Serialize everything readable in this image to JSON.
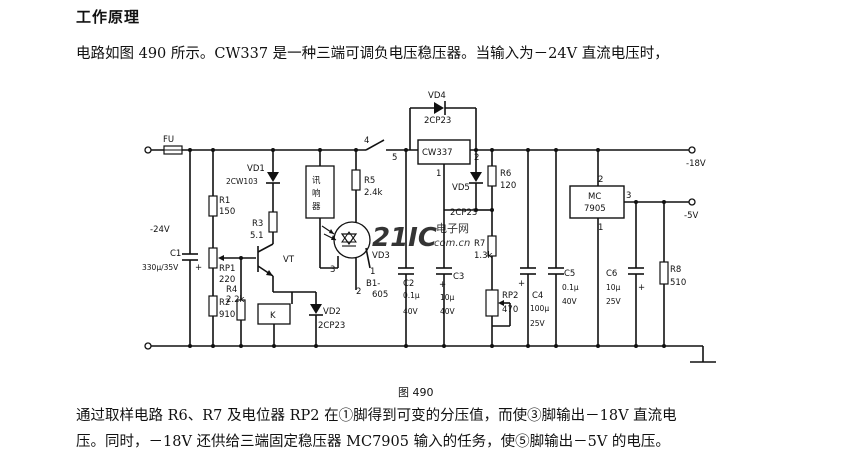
{
  "heading": "工作原理",
  "paragraph_1": "电路如图 490 所示。CW337 是一种三端可调负电压稳压器。当输入为－24V 直流电压时，",
  "paragraph_2": "通过取样电路 R6、R7 及电位器 RP2 在①脚得到可变的分压值，而使③脚输出－18V 直流电",
  "paragraph_3": "压。同时，－18V 还供给三端固定稳压器 MC7905 输入的任务，使⑤脚输出－5V 的电压。",
  "figure_caption": "图 490",
  "schematic": {
    "fu": "FU",
    "input_voltage": "-24V",
    "c1": "C1",
    "c1_value": "330μ/35V",
    "r1": "R1",
    "r1_value": "150",
    "rp1": "RP1",
    "rp1_value": "220",
    "r2": "R2",
    "r2_value": "910",
    "vd1": "VD1",
    "vd1_value": "2CW103",
    "r3": "R3",
    "r3_value": "5.1",
    "vt": "VT",
    "r4": "R4",
    "r4_value": "2.2k",
    "relay": "K",
    "vd2": "VD2",
    "vd2_value": "2CP23",
    "buzzer": "讯响器",
    "r5": "R5",
    "r5_value": "2.4k",
    "b1": "B1-",
    "b1_value": "605",
    "vd3": "VD3",
    "pin3": "3",
    "pin2": "2",
    "pin1": "1",
    "node4": "4",
    "node5": "5",
    "node1b": "1",
    "node2": "2",
    "cw337": "CW337",
    "vd4": "VD4",
    "vd4_value": "2CP23",
    "vd5": "VD5",
    "vd5_value": "2CP23",
    "c2": "C2",
    "c2_value1": "0.1μ",
    "c2_value2": "40V",
    "c3": "C3",
    "c3_value1": "10μ",
    "c3_value2": "40V",
    "r6": "R6",
    "r6_value": "120",
    "r7": "R7",
    "r7_value": "1.3k",
    "rp2": "RP2",
    "rp2_value": "470",
    "c4": "C4",
    "c4_value1": "100μ",
    "c4_value2": "25V",
    "c5": "C5",
    "c5_value1": "0.1μ",
    "c5_value2": "40V",
    "mc7905_line1": "MC",
    "mc7905_line2": "7905",
    "mc_pin2": "2",
    "mc_pin3": "3",
    "mc_pin1": "1",
    "out_18": "-18V",
    "out_5": "-5V",
    "c6": "C6",
    "c6_value1": "10μ",
    "c6_value2": "25V",
    "r8": "R8",
    "r8_value": "510",
    "watermark_main": "21IC",
    "watermark_sub": "电子网",
    "watermark_url": "com.cn"
  },
  "colors": {
    "ink": "#111111",
    "watermark": "#d9342b",
    "paper": "#ffffff"
  }
}
